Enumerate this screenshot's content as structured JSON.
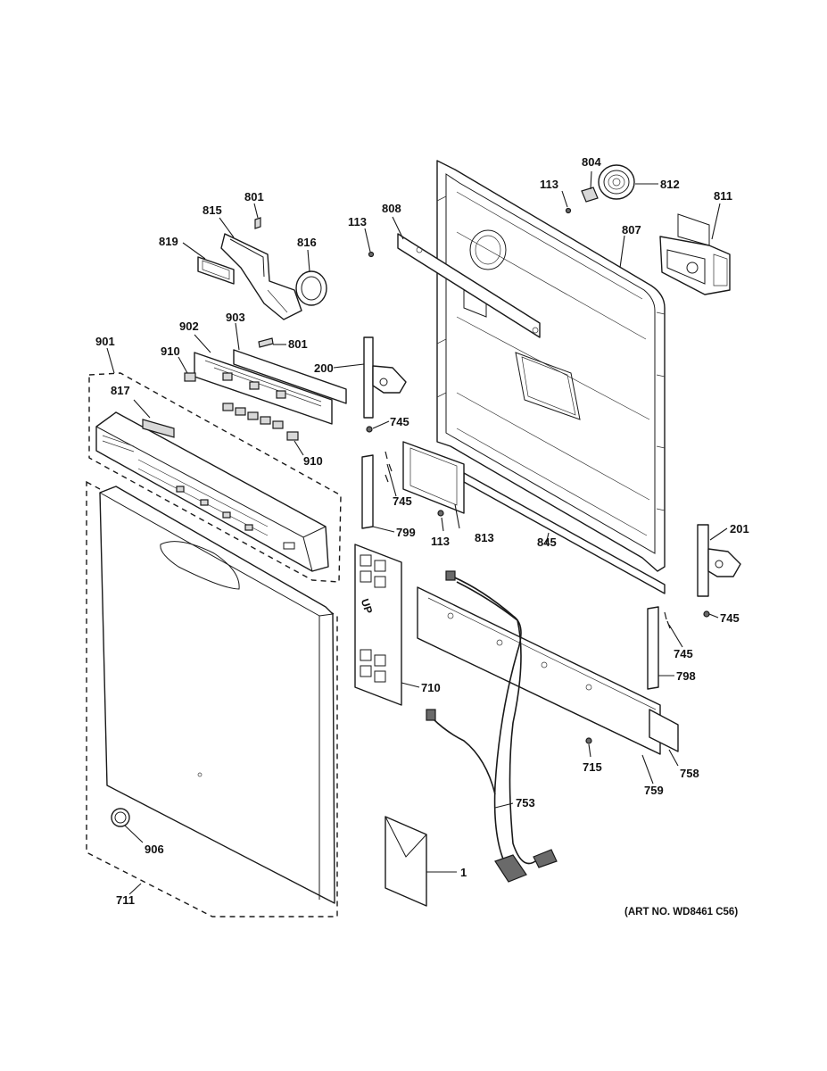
{
  "callouts": {
    "c804": "804",
    "c812": "812",
    "c113a": "113",
    "c811": "811",
    "c801a": "801",
    "c815": "815",
    "c113b": "113",
    "c808": "808",
    "c807": "807",
    "c819": "819",
    "c816": "816",
    "c902": "902",
    "c903": "903",
    "c801b": "801",
    "c901": "901",
    "c910a": "910",
    "c200": "200",
    "c817": "817",
    "c745a": "745",
    "c910b": "910",
    "c745b": "745",
    "c813": "813",
    "c113c": "113",
    "c799": "799",
    "c845": "845",
    "c201": "201",
    "c745c": "745",
    "c745d": "745",
    "c798": "798",
    "c710": "710",
    "c715": "715",
    "c758": "758",
    "c759": "759",
    "c753": "753",
    "c906": "906",
    "c1": "1",
    "c711": "711"
  },
  "part_marking": "UP",
  "art_number": "(ART NO. WD8461 C56)"
}
